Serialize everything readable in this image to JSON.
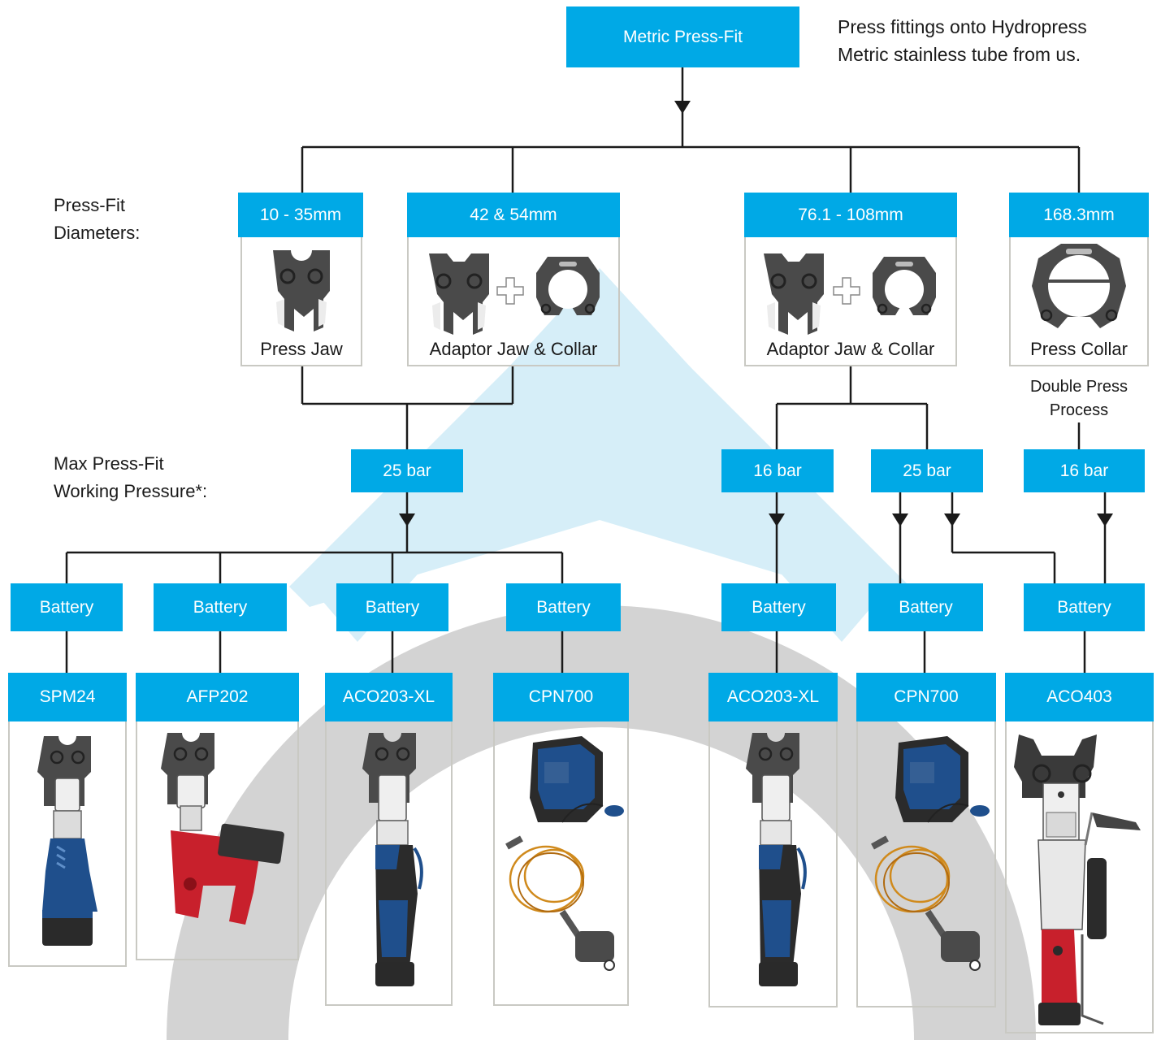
{
  "root": {
    "label": "Metric Press-Fit"
  },
  "top_note": {
    "line1": "Press fittings onto Hydropress",
    "line2": "Metric stainless tube from us."
  },
  "row_labels": {
    "diameters": [
      "Press-Fit",
      "Diameters:"
    ],
    "pressure": [
      "Max Press-Fit",
      "Working Pressure*:"
    ]
  },
  "diameters": [
    {
      "label": "10 - 35mm",
      "component": "Press Jaw",
      "icon": "press-jaw-icon"
    },
    {
      "label": "42 & 54mm",
      "component": "Adaptor Jaw & Collar",
      "icon": "adaptor-jaw-collar-icon"
    },
    {
      "label": "76.1 - 108mm",
      "component": "Adaptor Jaw & Collar",
      "icon": "adaptor-jaw-collar-icon"
    },
    {
      "label": "168.3mm",
      "component": "Press Collar",
      "icon": "press-collar-icon"
    }
  ],
  "double_press_note": [
    "Double Press",
    "Process"
  ],
  "pressures": [
    "25 bar",
    "16 bar",
    "25 bar",
    "16 bar"
  ],
  "power_label": "Battery",
  "tools": [
    {
      "name": "SPM24",
      "power": "Battery",
      "icon": "press-tool-icon"
    },
    {
      "name": "AFP202",
      "power": "Battery",
      "icon": "press-tool-icon"
    },
    {
      "name": "ACO203-XL",
      "power": "Battery",
      "icon": "press-tool-icon"
    },
    {
      "name": "CPN700",
      "power": "Battery",
      "icon": "pump-unit-icon"
    },
    {
      "name": "ACO203-XL",
      "power": "Battery",
      "icon": "press-tool-icon"
    },
    {
      "name": "CPN700",
      "power": "Battery",
      "icon": "pump-unit-icon"
    },
    {
      "name": "ACO403",
      "power": "Battery",
      "icon": "press-tool-icon"
    }
  ],
  "colors": {
    "accent": "#00a9e6",
    "watermark_blue": "#d6eef8",
    "watermark_grey": "#d3d3d3",
    "tool_blue": "#1f4f8c",
    "tool_red": "#c8202c",
    "panel_border": "#c9c9c3"
  }
}
